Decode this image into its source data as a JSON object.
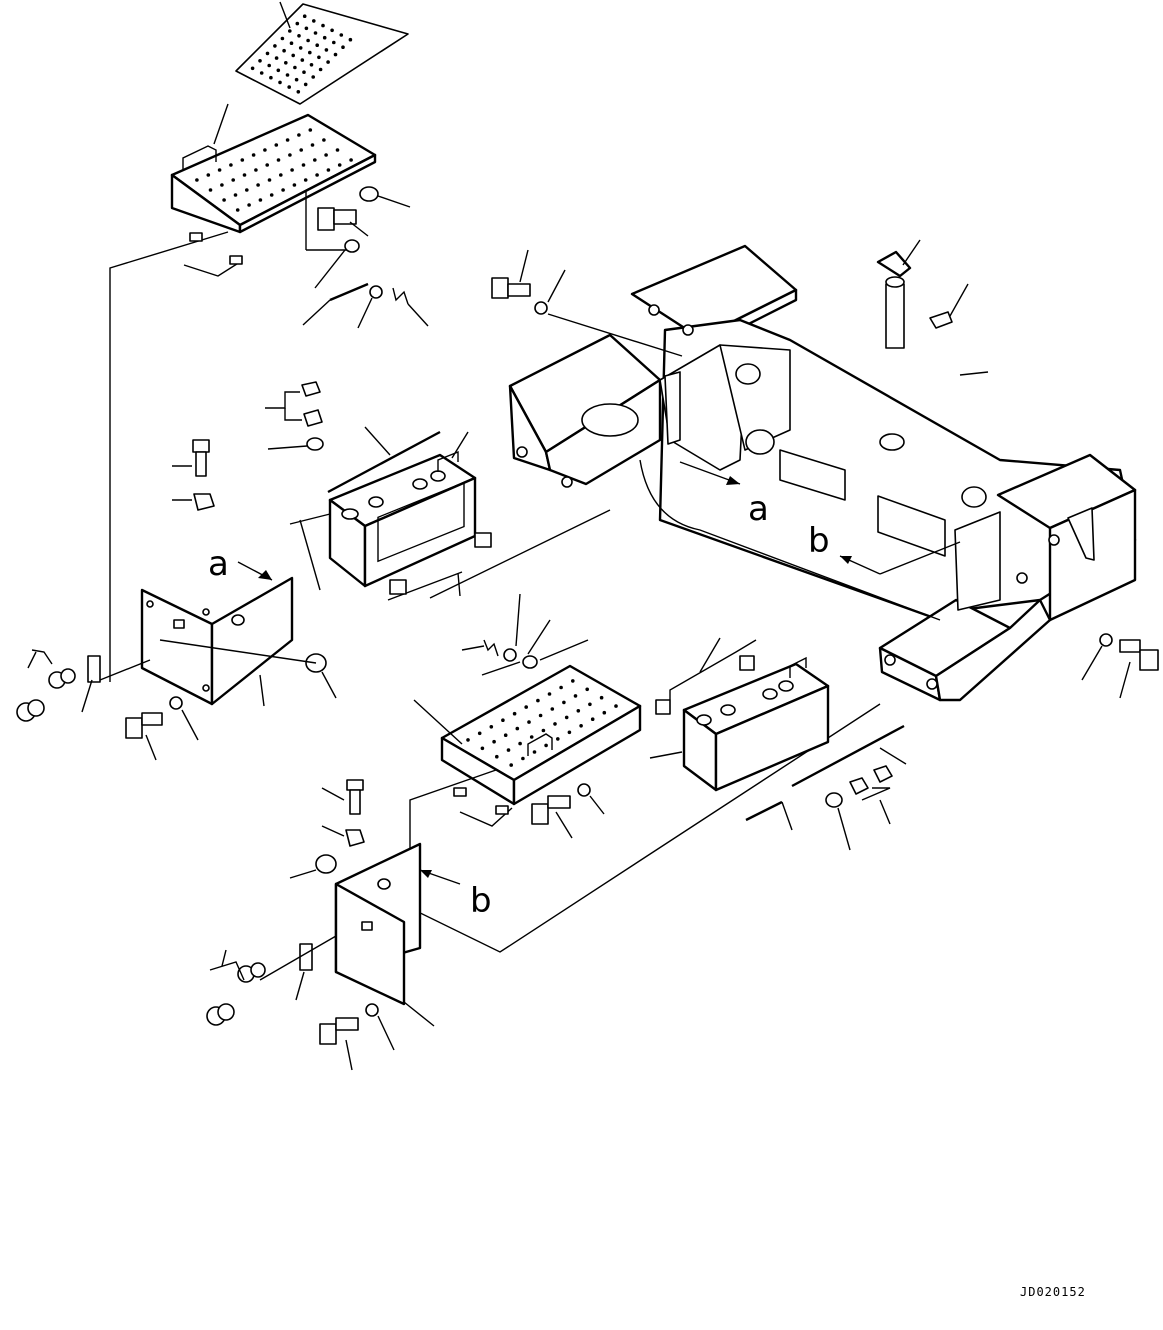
{
  "diagram": {
    "view_labels": [
      "a",
      "b"
    ],
    "drawing_number": "JD020152"
  }
}
